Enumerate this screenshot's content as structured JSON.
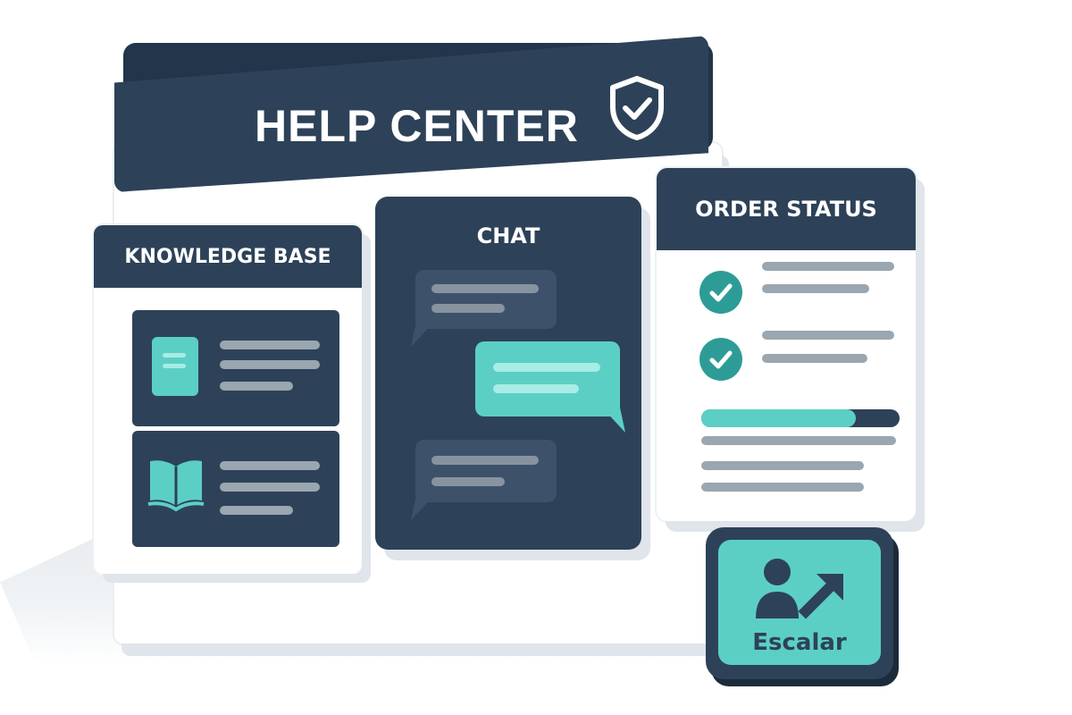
{
  "header": {
    "title": "HELP CENTER",
    "badge_icon": "shield-check-icon"
  },
  "knowledge_base": {
    "title": "KNOWLEDGE BASE",
    "items": [
      {
        "icon": "document-icon"
      },
      {
        "icon": "open-book-icon"
      }
    ]
  },
  "chat": {
    "title": "CHAT"
  },
  "order_status": {
    "title": "ORDER STATUS",
    "progress": 0.78
  },
  "escalate": {
    "label": "Escalar",
    "icon": "user-escalate-icon"
  },
  "colors": {
    "navy": "#2d4258",
    "teal": "#5ccfc5",
    "teal_dark": "#2d9c97",
    "grey_bar": "#9aa6b0"
  }
}
